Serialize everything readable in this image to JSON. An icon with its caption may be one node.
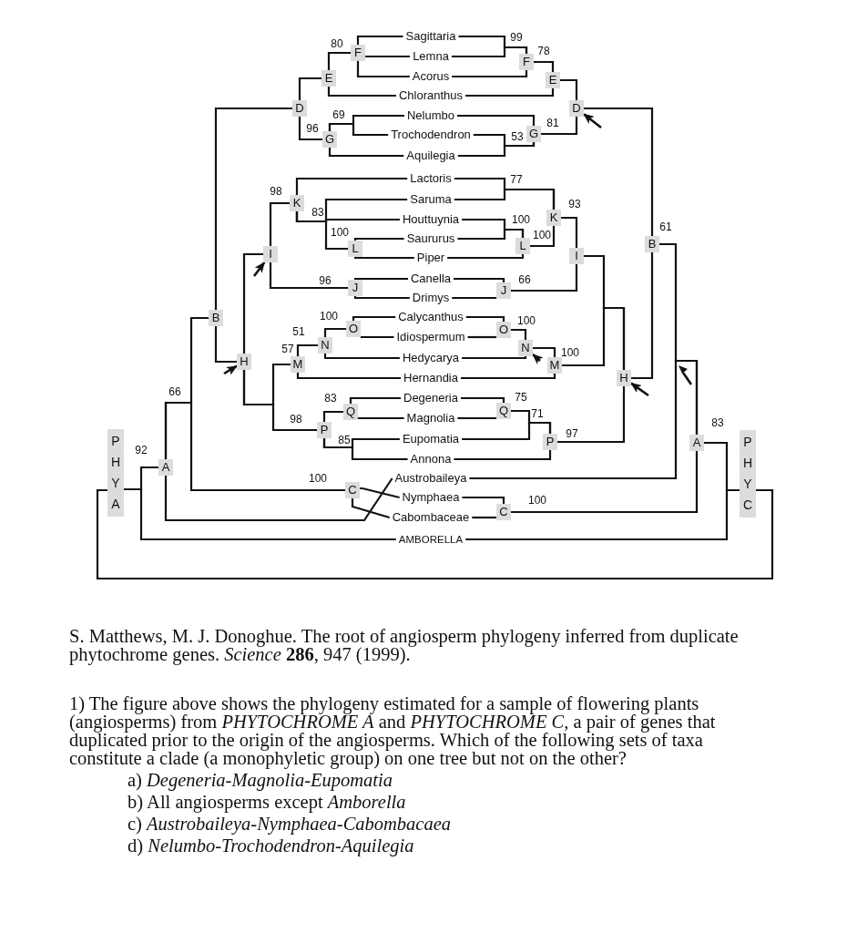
{
  "diagram": {
    "caption": "S. Matthews, M. J. Donoghue. The root of angiosperm phylogeny inferred from duplicate phytochrome genes. *Science* **286**, 947 (1999).",
    "nodes": [
      {
        "text": [
          "PHYA"
        ]
      },
      {
        "text": [
          "F"
        ]
      },
      {
        "text": [
          "E"
        ]
      },
      {
        "text": [
          "D"
        ]
      },
      {
        "text": [
          "G"
        ]
      },
      {
        "text": [
          "K"
        ]
      },
      {
        "text": [
          "I"
        ]
      },
      {
        "text": [
          "L"
        ]
      },
      {
        "text": [
          "J"
        ]
      },
      {
        "text": [
          "B"
        ]
      },
      {
        "text": [
          "O"
        ]
      },
      {
        "text": [
          "N"
        ]
      },
      {
        "text": [
          "H"
        ]
      },
      {
        "text": [
          "M"
        ]
      },
      {
        "text": [
          "Q"
        ]
      },
      {
        "text": [
          "P"
        ]
      },
      {
        "text": [
          "A"
        ]
      },
      {
        "text": [
          "C"
        ]
      },
      {
        "text": [
          "Sagittaria"
        ]
      },
      {
        "text": [
          "Lemna"
        ]
      },
      {
        "text": [
          "Acorus"
        ]
      },
      {
        "text": [
          "Chloranthus"
        ]
      },
      {
        "text": [
          "Nelumbo"
        ]
      },
      {
        "text": [
          "Trochodendron"
        ]
      },
      {
        "text": [
          "Aquilegia"
        ]
      },
      {
        "text": [
          "Lactoris"
        ]
      },
      {
        "text": [
          "Saruma"
        ]
      },
      {
        "text": [
          "Houttuynia"
        ]
      },
      {
        "text": [
          "Saururus"
        ]
      },
      {
        "text": [
          "Piper"
        ]
      },
      {
        "text": [
          "Canella"
        ]
      },
      {
        "text": [
          "Drimys"
        ]
      },
      {
        "text": [
          "Calycanthus"
        ]
      },
      {
        "text": [
          "Idiospermum"
        ]
      },
      {
        "text": [
          "Hedycarya"
        ]
      },
      {
        "text": [
          "Hernandia"
        ]
      },
      {
        "text": [
          "Degeneria"
        ]
      },
      {
        "text": [
          "Magnolia"
        ]
      },
      {
        "text": [
          "Eupomatia"
        ]
      },
      {
        "text": [
          "Annona"
        ]
      },
      {
        "text": [
          "Austrobaileya"
        ]
      },
      {
        "text": [
          "Nymphaea"
        ]
      },
      {
        "text": [
          "Cabombaceae"
        ]
      },
      {
        "text": [
          "AMBORELLA"
        ]
      },
      {
        "text": [
          "F"
        ]
      },
      {
        "text": [
          "E"
        ]
      },
      {
        "text": [
          "D"
        ]
      },
      {
        "text": [
          "G"
        ]
      },
      {
        "text": [
          "K"
        ]
      },
      {
        "text": [
          "B"
        ]
      },
      {
        "text": [
          "L"
        ]
      },
      {
        "text": [
          "I"
        ]
      },
      {
        "text": [
          "J"
        ]
      },
      {
        "text": [
          "O"
        ]
      },
      {
        "text": [
          "N"
        ]
      },
      {
        "text": [
          "M"
        ]
      },
      {
        "text": [
          "H"
        ]
      },
      {
        "text": [
          "Q"
        ]
      },
      {
        "text": [
          "P"
        ]
      },
      {
        "text": [
          "A"
        ]
      },
      {
        "text": [
          "C"
        ]
      },
      {
        "text": [
          "PHYC"
        ]
      }
    ],
    "edges": [
      {
        "from": 0,
        "to": 16,
        "arrow": "none"
      },
      {
        "from": 0,
        "to": 43,
        "arrow": "none"
      },
      {
        "from": 16,
        "to": 9,
        "arrow": "none"
      },
      {
        "from": 16,
        "to": 17,
        "arrow": "none"
      },
      {
        "from": 16,
        "to": 40,
        "arrow": "none"
      },
      {
        "from": 17,
        "to": 41,
        "arrow": "none"
      },
      {
        "from": 17,
        "to": 42,
        "arrow": "none"
      },
      {
        "from": 9,
        "to": 3,
        "arrow": "none"
      },
      {
        "from": 9,
        "to": 12,
        "arrow": "none"
      },
      {
        "from": 3,
        "to": 2,
        "arrow": "none"
      },
      {
        "from": 3,
        "to": 4,
        "arrow": "none"
      },
      {
        "from": 2,
        "to": 1,
        "arrow": "none"
      },
      {
        "from": 2,
        "to": 21,
        "arrow": "none"
      },
      {
        "from": 1,
        "to": 18,
        "arrow": "none"
      },
      {
        "from": 1,
        "to": 19,
        "arrow": "none"
      },
      {
        "from": 1,
        "to": 20,
        "arrow": "none"
      },
      {
        "from": 4,
        "to": 22,
        "arrow": "none"
      },
      {
        "from": 4,
        "to": 23,
        "arrow": "none"
      },
      {
        "from": 4,
        "to": 24,
        "arrow": "none"
      },
      {
        "from": 12,
        "to": 6,
        "arrow": "none"
      },
      {
        "from": 12,
        "to": 13,
        "arrow": "none"
      },
      {
        "from": 12,
        "to": 15,
        "arrow": "none"
      },
      {
        "from": 6,
        "to": 5,
        "arrow": "none"
      },
      {
        "from": 6,
        "to": 8,
        "arrow": "none"
      },
      {
        "from": 5,
        "to": 25,
        "arrow": "none"
      },
      {
        "from": 5,
        "to": 26,
        "arrow": "none"
      },
      {
        "from": 5,
        "to": 27,
        "arrow": "none"
      },
      {
        "from": 5,
        "to": 7,
        "arrow": "none"
      },
      {
        "from": 7,
        "to": 28,
        "arrow": "none"
      },
      {
        "from": 7,
        "to": 29,
        "arrow": "none"
      },
      {
        "from": 8,
        "to": 30,
        "arrow": "none"
      },
      {
        "from": 8,
        "to": 31,
        "arrow": "none"
      },
      {
        "from": 13,
        "to": 11,
        "arrow": "none"
      },
      {
        "from": 13,
        "to": 35,
        "arrow": "none"
      },
      {
        "from": 11,
        "to": 10,
        "arrow": "none"
      },
      {
        "from": 11,
        "to": 34,
        "arrow": "none"
      },
      {
        "from": 10,
        "to": 32,
        "arrow": "none"
      },
      {
        "from": 10,
        "to": 33,
        "arrow": "none"
      },
      {
        "from": 15,
        "to": 14,
        "arrow": "none"
      },
      {
        "from": 15,
        "to": 38,
        "arrow": "none"
      },
      {
        "from": 15,
        "to": 39,
        "arrow": "none"
      },
      {
        "from": 14,
        "to": 36,
        "arrow": "none"
      },
      {
        "from": 14,
        "to": 37,
        "arrow": "none"
      },
      {
        "from": 61,
        "to": 59,
        "arrow": "none"
      },
      {
        "from": 61,
        "to": 43,
        "arrow": "none"
      },
      {
        "from": 59,
        "to": 49,
        "arrow": "none"
      },
      {
        "from": 59,
        "to": 40,
        "arrow": "none"
      },
      {
        "from": 59,
        "to": 60,
        "arrow": "none"
      },
      {
        "from": 60,
        "to": 41,
        "arrow": "none"
      },
      {
        "from": 60,
        "to": 42,
        "arrow": "none"
      },
      {
        "from": 49,
        "to": 46,
        "arrow": "none"
      },
      {
        "from": 49,
        "to": 56,
        "arrow": "none"
      },
      {
        "from": 46,
        "to": 45,
        "arrow": "none"
      },
      {
        "from": 46,
        "to": 47,
        "arrow": "none"
      },
      {
        "from": 45,
        "to": 44,
        "arrow": "none"
      },
      {
        "from": 45,
        "to": 21,
        "arrow": "none"
      },
      {
        "from": 44,
        "to": 18,
        "arrow": "none"
      },
      {
        "from": 44,
        "to": 19,
        "arrow": "none"
      },
      {
        "from": 44,
        "to": 20,
        "arrow": "none"
      },
      {
        "from": 47,
        "to": 22,
        "arrow": "none"
      },
      {
        "from": 47,
        "to": 23,
        "arrow": "none"
      },
      {
        "from": 47,
        "to": 24,
        "arrow": "none"
      },
      {
        "from": 56,
        "to": 51,
        "arrow": "none"
      },
      {
        "from": 56,
        "to": 55,
        "arrow": "none"
      },
      {
        "from": 56,
        "to": 58,
        "arrow": "none"
      },
      {
        "from": 51,
        "to": 48,
        "arrow": "none"
      },
      {
        "from": 51,
        "to": 52,
        "arrow": "none"
      },
      {
        "from": 48,
        "to": 25,
        "arrow": "none"
      },
      {
        "from": 48,
        "to": 26,
        "arrow": "none"
      },
      {
        "from": 48,
        "to": 50,
        "arrow": "none"
      },
      {
        "from": 50,
        "to": 27,
        "arrow": "none"
      },
      {
        "from": 50,
        "to": 28,
        "arrow": "none"
      },
      {
        "from": 50,
        "to": 29,
        "arrow": "none"
      },
      {
        "from": 52,
        "to": 30,
        "arrow": "none"
      },
      {
        "from": 52,
        "to": 31,
        "arrow": "none"
      },
      {
        "from": 55,
        "to": 54,
        "arrow": "none"
      },
      {
        "from": 55,
        "to": 35,
        "arrow": "none"
      },
      {
        "from": 54,
        "to": 53,
        "arrow": "none"
      },
      {
        "from": 54,
        "to": 34,
        "arrow": "none"
      },
      {
        "from": 53,
        "to": 32,
        "arrow": "none"
      },
      {
        "from": 53,
        "to": 33,
        "arrow": "none"
      },
      {
        "from": 58,
        "to": 57,
        "arrow": "none"
      },
      {
        "from": 58,
        "to": 38,
        "arrow": "none"
      },
      {
        "from": 58,
        "to": 39,
        "arrow": "none"
      },
      {
        "from": 57,
        "to": 36,
        "arrow": "none"
      },
      {
        "from": 57,
        "to": 37,
        "arrow": "none"
      },
      {
        "from": null,
        "to": 6,
        "arrow": "to"
      },
      {
        "from": null,
        "to": 12,
        "arrow": "to"
      },
      {
        "from": null,
        "to": 46,
        "arrow": "to"
      },
      {
        "from": null,
        "to": 54,
        "arrow": "to"
      },
      {
        "from": null,
        "to": 56,
        "arrow": "to"
      },
      {
        "from": 0,
        "to": 61,
        "arrow": "none"
      }
    ],
    "labels": [
      "80",
      "69",
      "96",
      "98",
      "83",
      "100",
      "96",
      "100",
      "51",
      "57",
      "66",
      "83",
      "98",
      "85",
      "92",
      "100",
      "99",
      "78",
      "81",
      "53",
      "77",
      "93",
      "100",
      "100",
      "61",
      "66",
      "100",
      "100",
      "75",
      "71",
      "97",
      "83",
      "100",
      "1) The figure above shows the phylogeny estimated for a sample of flowering plants (angiosperms) from *PHYTOCHROME A* and *PHYTOCHROME C*, a pair of genes that duplicated prior to the origin of the angiosperms. Which of the following sets of taxa constitute a clade (a monophyletic group) on one tree but not on the other?",
      "a) *Degeneria-Magnolia-Eupomatia*",
      "b) All angiosperms except *Amborella*",
      "c) *Austrobaileya-Nymphaea-Cabombacaea*",
      "d) *Nelumbo-Trochodendron-Aquilegia*"
    ]
  }
}
